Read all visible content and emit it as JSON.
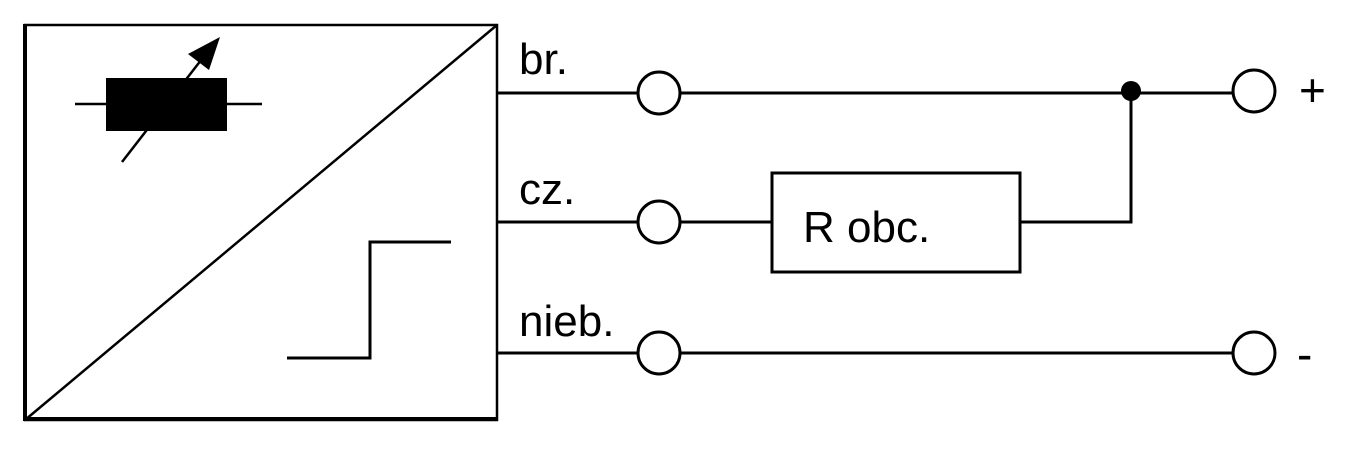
{
  "wires": {
    "brown": "br.",
    "black": "cz.",
    "blue": "nieb."
  },
  "resistor": {
    "label": "R obc."
  },
  "terminals": {
    "plus": "+",
    "minus": "-"
  },
  "colors": {
    "stroke": "#000000",
    "background": "#ffffff"
  }
}
